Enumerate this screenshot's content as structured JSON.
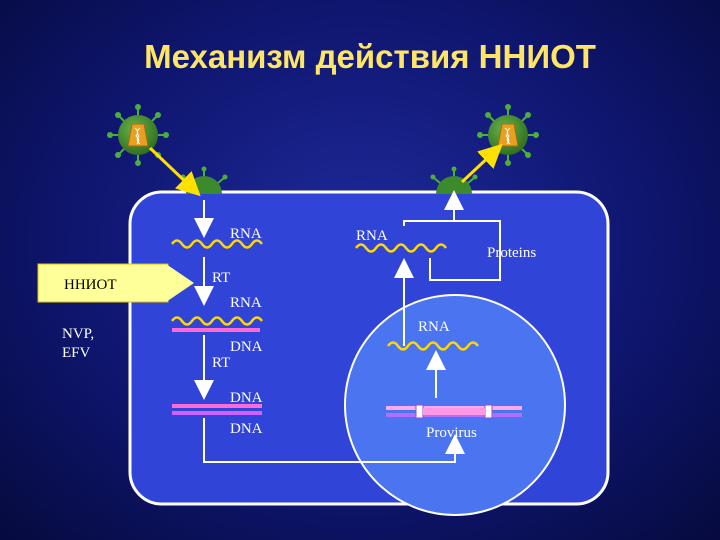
{
  "slide": {
    "title": "Механизм действия ННИОТ",
    "labels": {
      "rna_entry": "RNA",
      "rt_1": "RT",
      "rna_hybrid": "RNA",
      "dna_hybrid": "DNA",
      "rt_2": "RT",
      "dna_top": "DNA",
      "dna_bottom": "DNA",
      "rna_out": "RNA",
      "proteins": "Proteins",
      "rna_nucleus": "RNA",
      "provirus": "Provirus"
    },
    "drug_box": {
      "label": "ННИОТ",
      "drugs": [
        "NVP,",
        "EFV"
      ]
    }
  }
}
